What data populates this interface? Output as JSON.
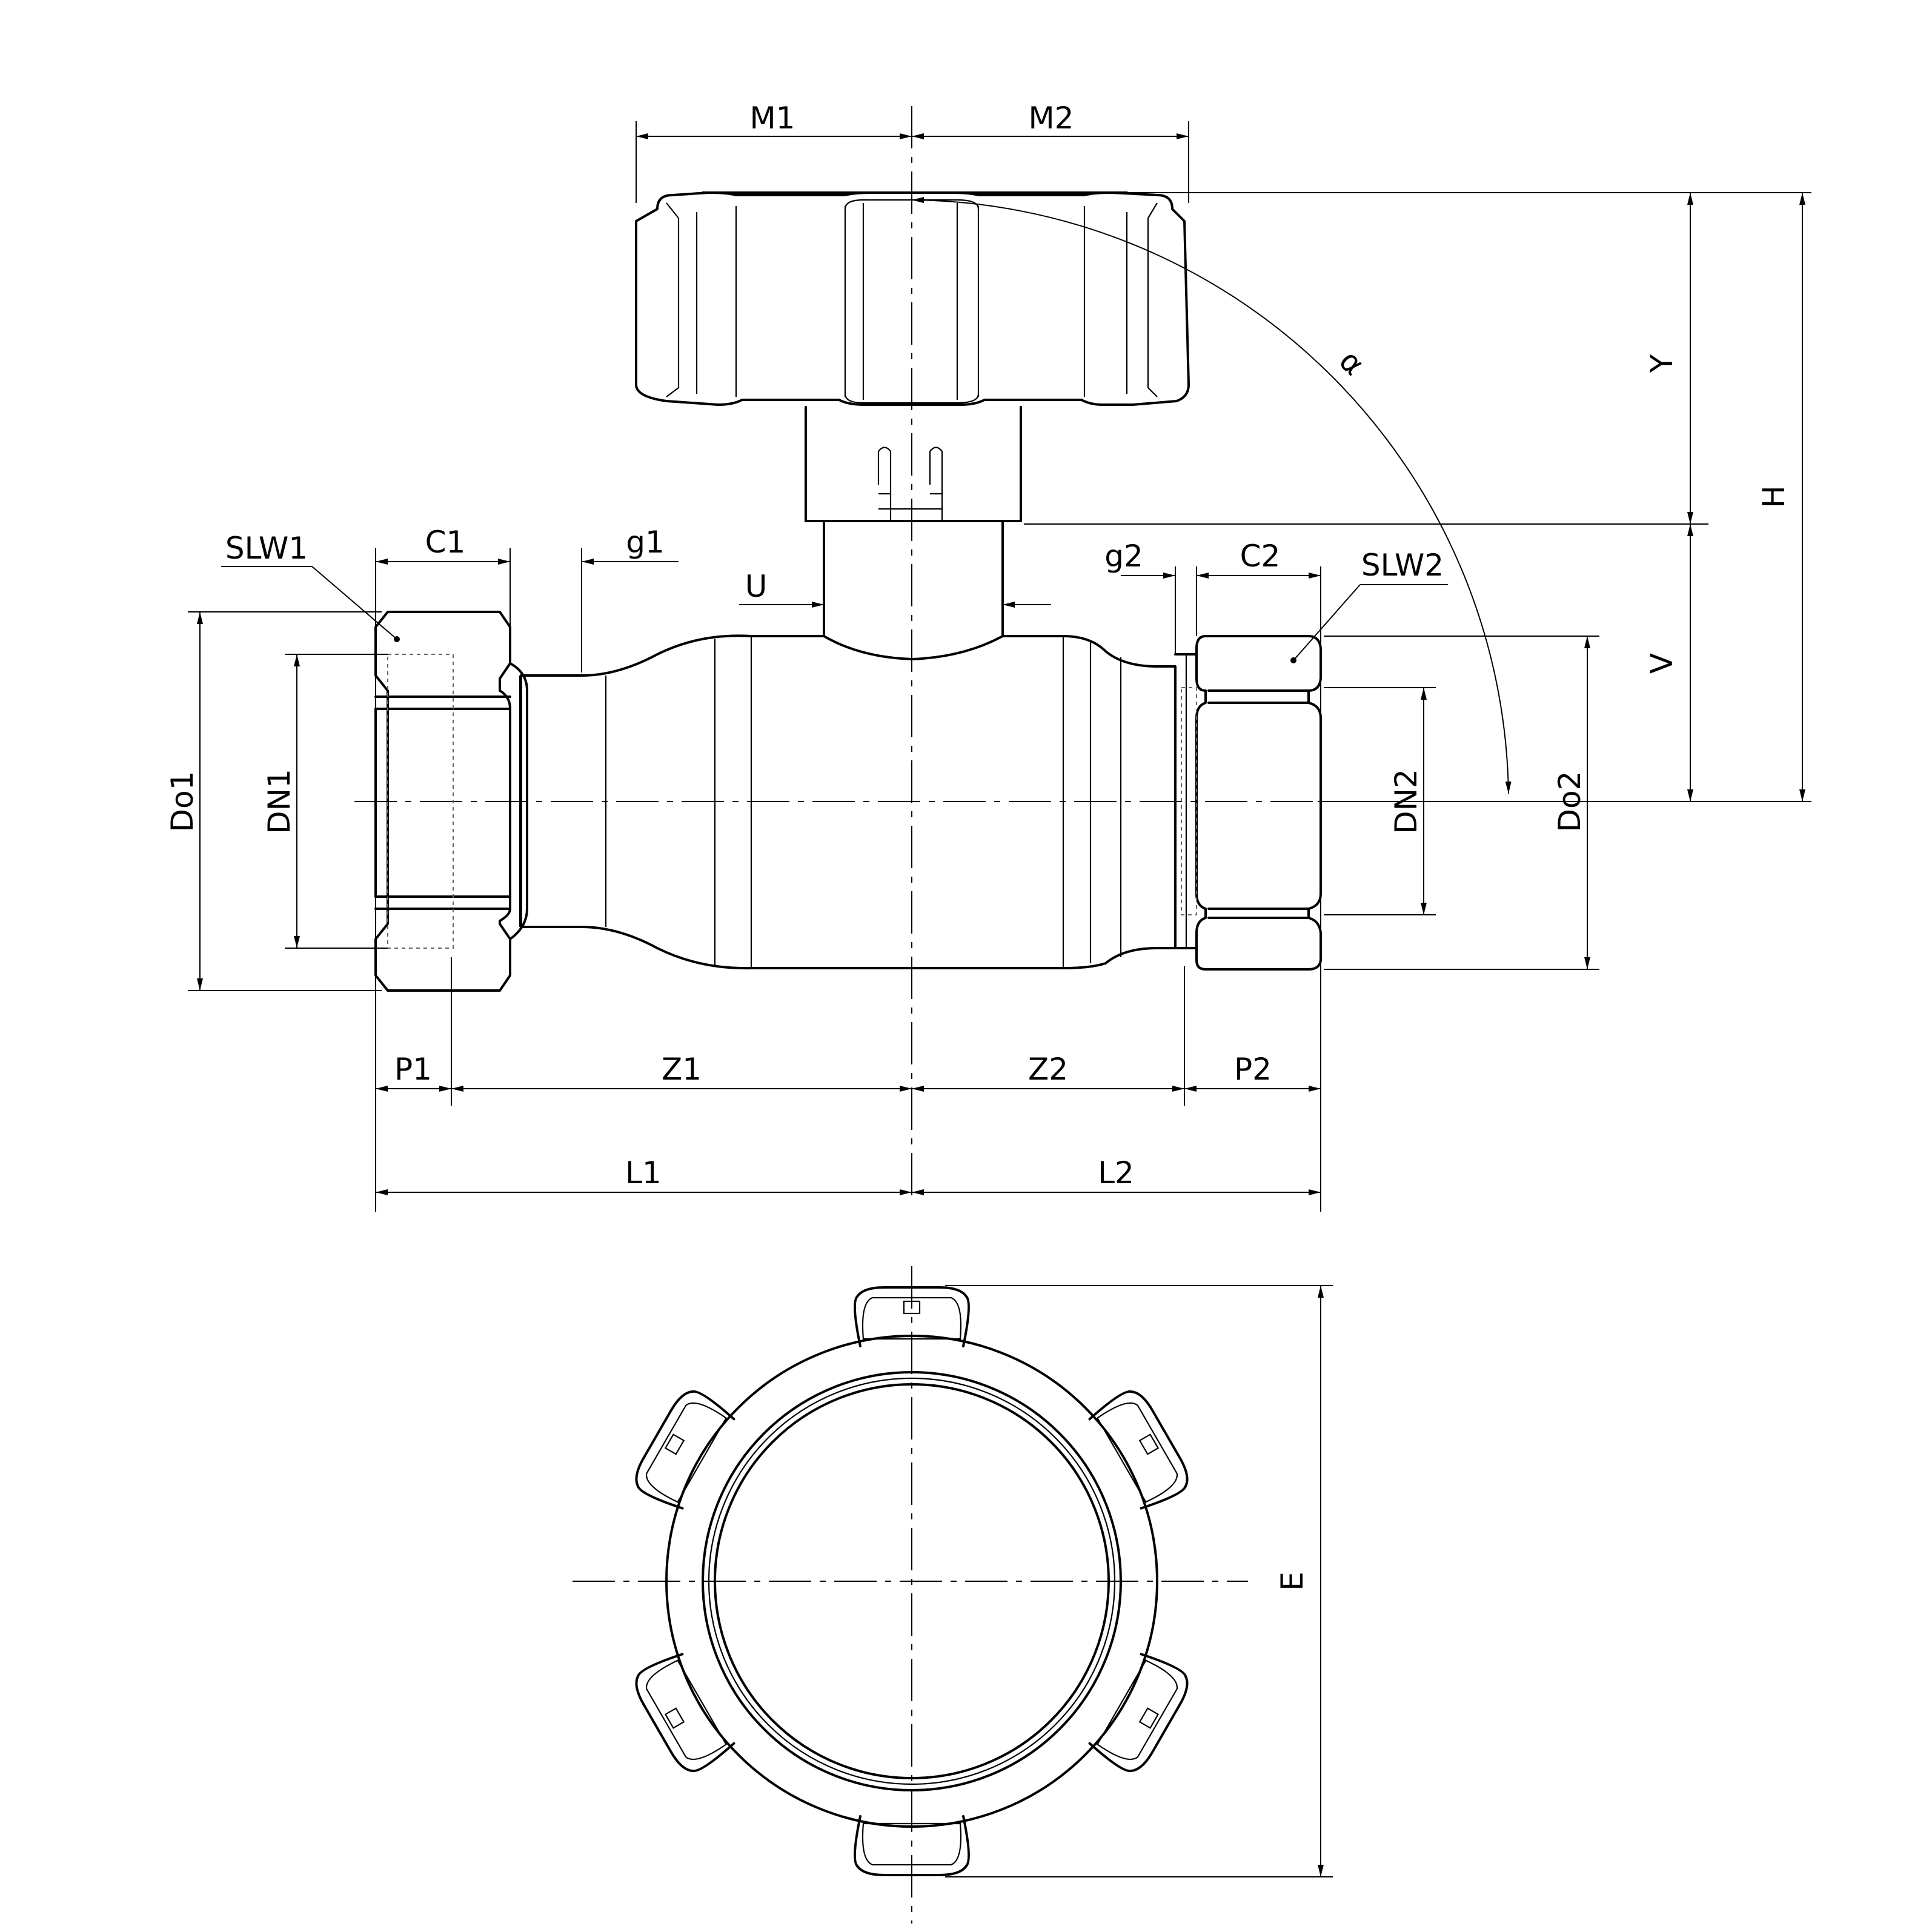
{
  "labels": {
    "m1": "M1",
    "m2": "M2",
    "c1": "C1",
    "g1": "g1",
    "g2": "g2",
    "c2": "C2",
    "slw1": "SLW1",
    "slw2": "SLW2",
    "u": "U",
    "alpha": "α",
    "y": "Y",
    "h": "H",
    "v": "V",
    "do1": "Do1",
    "dn1": "DN1",
    "dn2": "DN2",
    "do2": "Do2",
    "p1": "P1",
    "z1": "Z1",
    "z2": "Z2",
    "p2": "P2",
    "l1": "L1",
    "l2": "L2",
    "e": "E"
  }
}
